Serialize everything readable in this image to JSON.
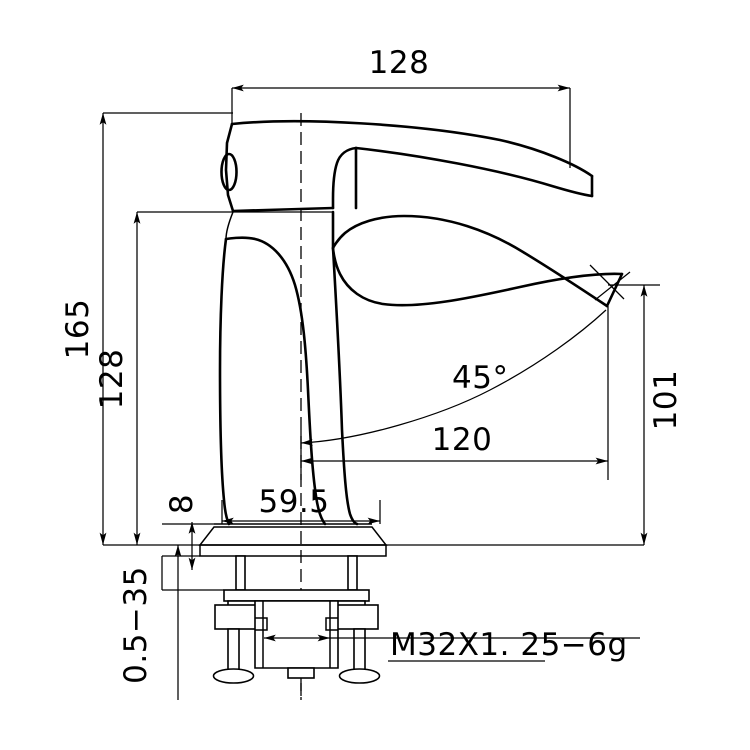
{
  "drawing": {
    "title": "Basin Faucet Dimensional Drawing",
    "units": "mm",
    "line_color": "#000000",
    "background_color": "#ffffff"
  },
  "dimensions": {
    "handle_width": "128",
    "overall_height": "165",
    "body_height": "128",
    "spout_height": "101",
    "spout_reach": "120",
    "spout_angle": "45°",
    "base_diameter": "59.5",
    "base_thickness": "8",
    "mount_thickness_range": "0.5−35",
    "thread_spec": "M32X1. 25−6g"
  },
  "labels": [
    {
      "id": "handle-width",
      "text": "128",
      "orientation": "horizontal"
    },
    {
      "id": "overall-height",
      "text": "165",
      "orientation": "vertical"
    },
    {
      "id": "body-height",
      "text": "128",
      "orientation": "vertical"
    },
    {
      "id": "spout-height",
      "text": "101",
      "orientation": "vertical"
    },
    {
      "id": "spout-reach",
      "text": "120",
      "orientation": "horizontal"
    },
    {
      "id": "spout-angle",
      "text": "45°",
      "orientation": "horizontal"
    },
    {
      "id": "base-diameter",
      "text": "59.5",
      "orientation": "horizontal"
    },
    {
      "id": "base-thickness",
      "text": "8",
      "orientation": "vertical"
    },
    {
      "id": "mount-range",
      "text": "0.5−35",
      "orientation": "vertical"
    },
    {
      "id": "thread-callout",
      "text": "M32X1. 25−6g",
      "orientation": "horizontal"
    }
  ]
}
